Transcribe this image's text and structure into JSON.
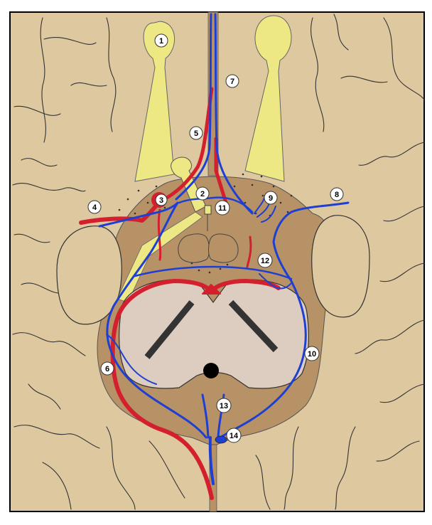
{
  "labels": [
    "1",
    "2",
    "3",
    "4",
    "5",
    "6",
    "7",
    "8",
    "9",
    "10",
    "11",
    "12",
    "13",
    "14"
  ],
  "colors": {
    "background": "#ddc8a0",
    "fissure": "#b69266",
    "ventricle": "#ddcdc0",
    "nerve": "#ede884",
    "artery": "#d4202e",
    "vein": "#1e3fd1",
    "outline": "#222222"
  }
}
